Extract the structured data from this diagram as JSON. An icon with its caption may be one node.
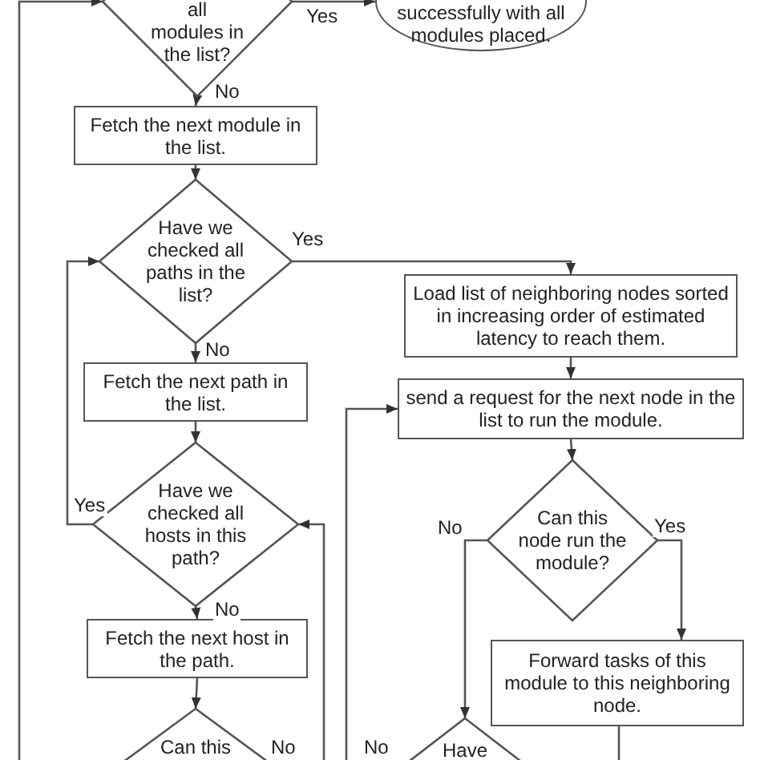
{
  "diagram": {
    "nodes": [
      {
        "text": [
          "all modules in the list?"
        ]
      },
      {
        "text": [
          "successfully with all modules placed."
        ]
      },
      {
        "text": [
          "Fetch the next module in the list."
        ]
      },
      {
        "text": [
          "Have we checked all paths in the list?"
        ]
      },
      {
        "text": [
          "Load list of neighboring nodes sorted in increasing order of estimated latency to reach them."
        ]
      },
      {
        "text": [
          "Fetch the next path in the list."
        ]
      },
      {
        "text": [
          "send a request for the next node in the list to run the module."
        ]
      },
      {
        "text": [
          "Have we checked all hosts in this path?"
        ]
      },
      {
        "text": [
          "Can this node run the module?"
        ]
      },
      {
        "text": [
          "Fetch the next host in the path."
        ]
      },
      {
        "text": [
          "Forward tasks of this module to this neighboring node."
        ]
      },
      {
        "text": [
          "Can this"
        ]
      },
      {
        "text": [
          "Have"
        ]
      }
    ],
    "edges": [
      {
        "from": 0,
        "to": 1,
        "arrow": "to",
        "label": "Yes"
      },
      {
        "from": null,
        "to": 0,
        "arrow": "to"
      },
      {
        "from": 0,
        "to": 2,
        "arrow": "to",
        "label": "No"
      },
      {
        "from": 2,
        "to": 3,
        "arrow": "to"
      },
      {
        "from": 3,
        "to": 4,
        "arrow": "to",
        "label": "Yes"
      },
      {
        "from": 3,
        "to": 5,
        "arrow": "to",
        "label": "No"
      },
      {
        "from": 4,
        "to": 6,
        "arrow": "to"
      },
      {
        "from": 5,
        "to": 7,
        "arrow": "to"
      },
      {
        "from": 7,
        "to": 3,
        "arrow": "to",
        "label": "Yes"
      },
      {
        "from": 7,
        "to": 9,
        "arrow": "to",
        "label": "No"
      },
      {
        "from": 9,
        "to": 11,
        "arrow": "to"
      },
      {
        "from": 11,
        "to": 7,
        "arrow": "to",
        "label": "No"
      },
      {
        "from": 12,
        "to": 6,
        "arrow": "to",
        "label": "No"
      },
      {
        "from": 6,
        "to": 8,
        "arrow": "to"
      },
      {
        "from": 8,
        "to": 12,
        "arrow": "to",
        "label": "No"
      },
      {
        "from": 8,
        "to": 10,
        "arrow": "to",
        "label": "Yes"
      },
      {
        "from": 10,
        "to": null,
        "arrow": "none"
      }
    ]
  }
}
